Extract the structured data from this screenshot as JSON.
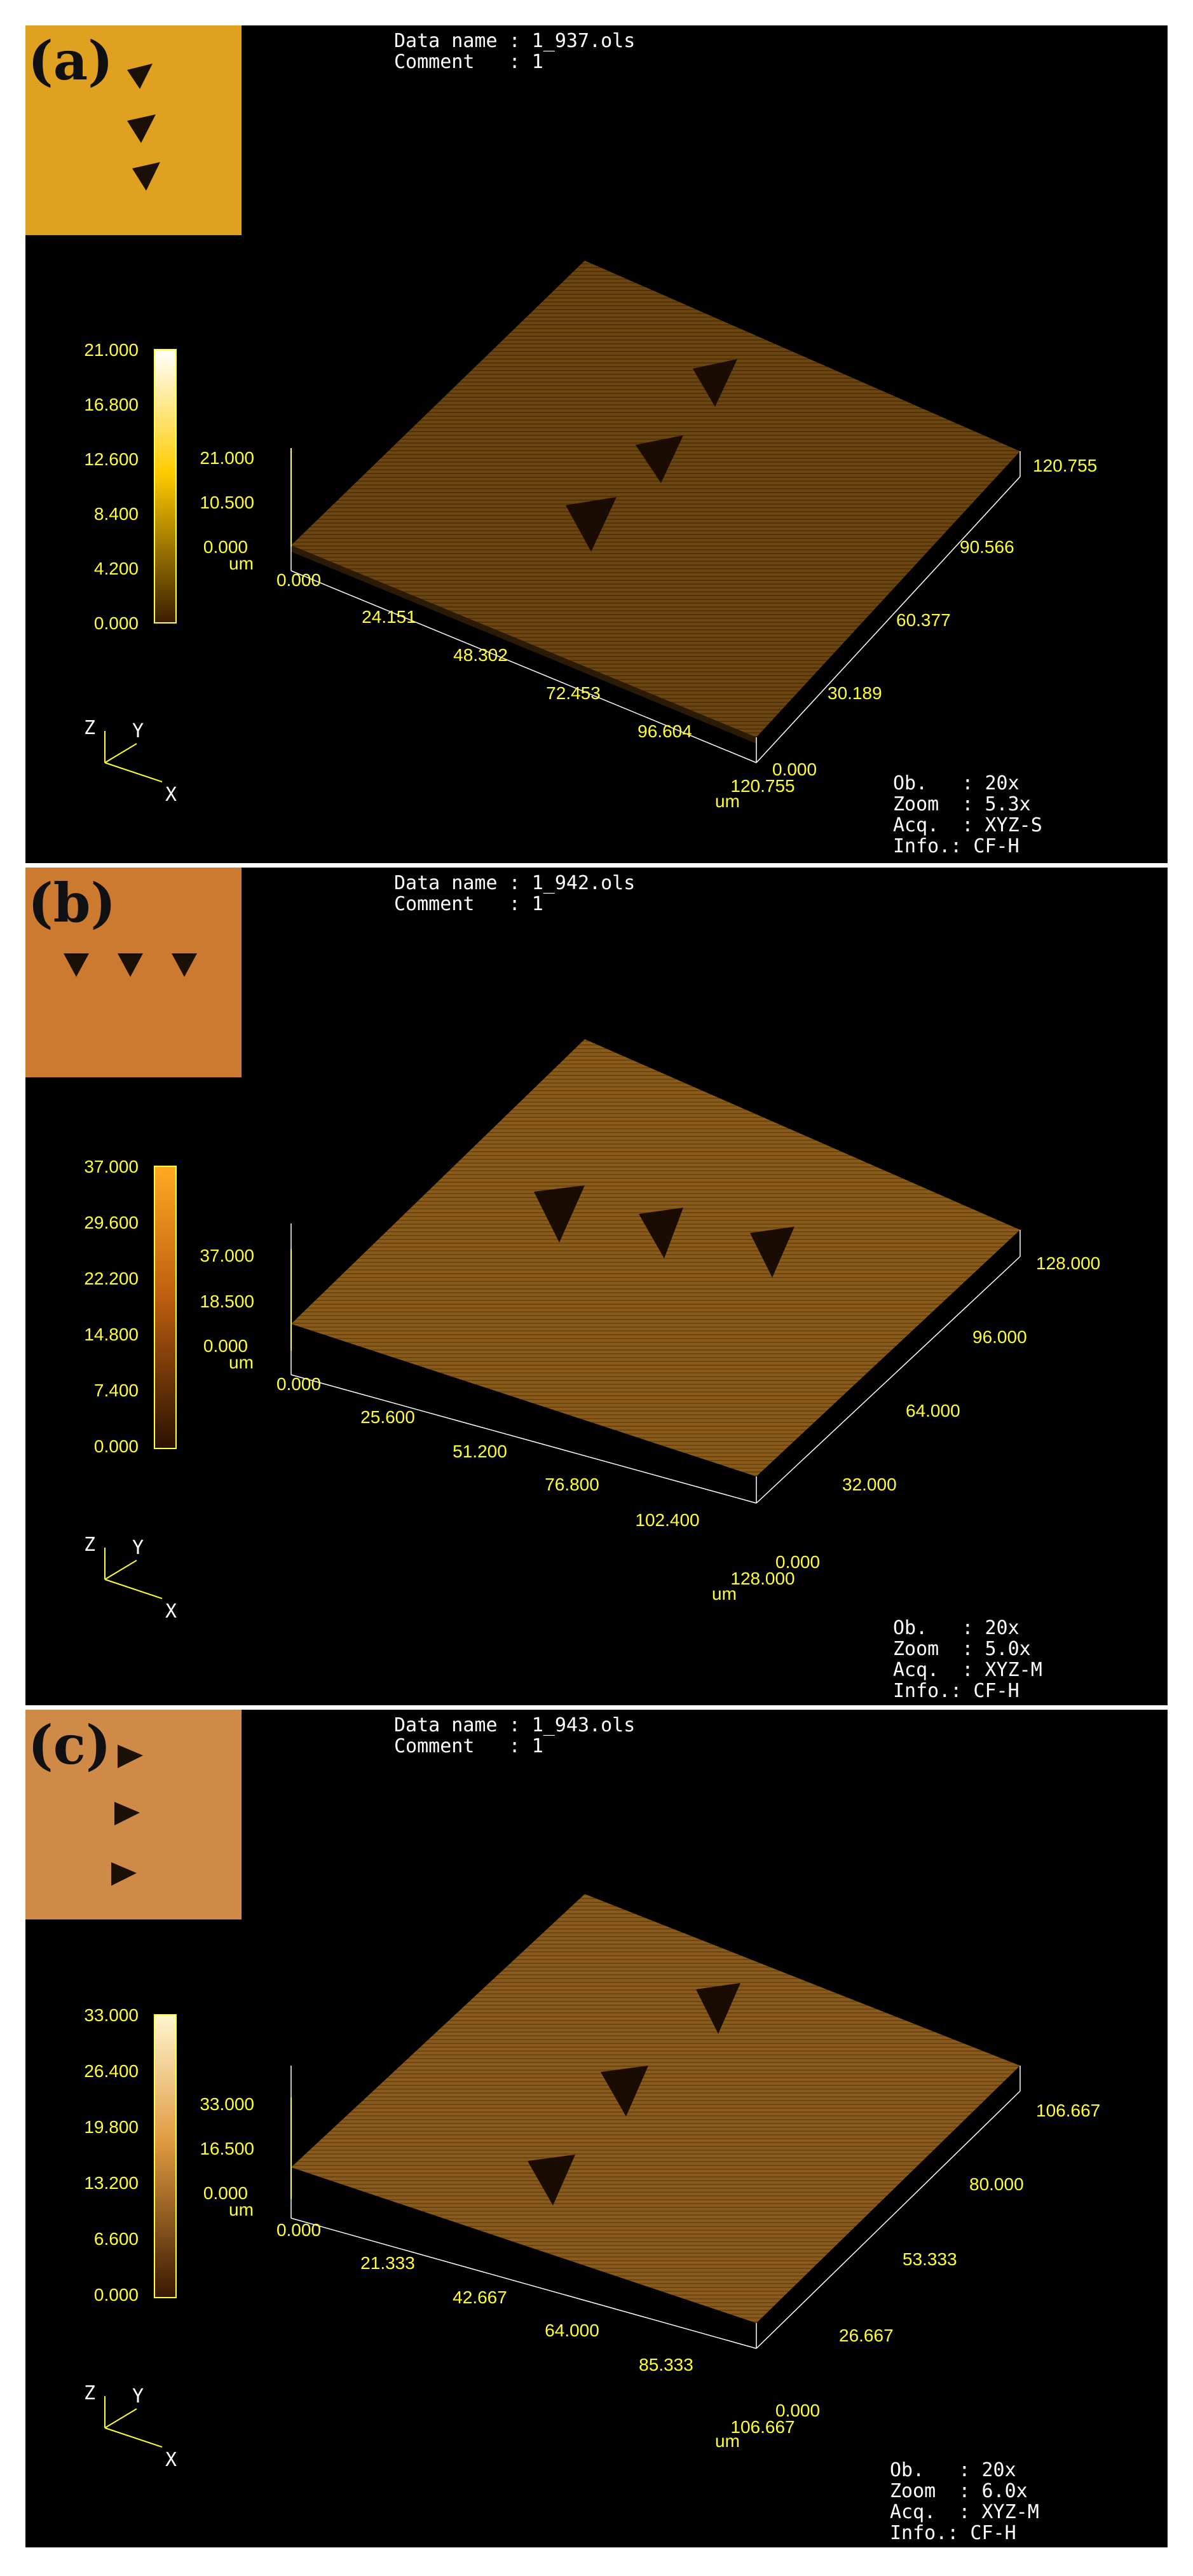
{
  "panels": [
    {
      "label": "(a)",
      "data_name_label": "Data name : 1_937.ols",
      "comment_label": "Comment   : 1",
      "colorbar": {
        "ticks": [
          "21.000",
          "16.800",
          "12.600",
          "8.400",
          "4.200",
          "0.000"
        ],
        "top_color": "#ffffff",
        "mid_color": "#ffcc00",
        "bottom_color": "#3a1e00"
      },
      "z_axis": {
        "ticks": [
          "21.000",
          "10.500",
          "0.000"
        ],
        "unit": "um"
      },
      "x_axis": {
        "ticks": [
          "0.000",
          "24.151",
          "48.302",
          "72.453",
          "96.604",
          "120.755"
        ],
        "unit": "um"
      },
      "y_axis": {
        "ticks": [
          "0.000",
          "30.189",
          "60.377",
          "90.566",
          "120.755"
        ]
      },
      "triad": {
        "z": "Z",
        "y": "Y",
        "x": "X"
      },
      "ob": "Ob.   : 20x",
      "zoom": "Zoom  : 5.3x",
      "acq": "Acq.  : XYZ-S",
      "info": "Info.: CF-H",
      "surface_color": "#6b4410",
      "thumb_color": "#e0a020"
    },
    {
      "label": "(b)",
      "data_name_label": "Data name : 1_942.ols",
      "comment_label": "Comment   : 1",
      "colorbar": {
        "ticks": [
          "37.000",
          "29.600",
          "22.200",
          "14.800",
          "7.400",
          "0.000"
        ],
        "top_color": "#ffaa22",
        "mid_color": "#c06010",
        "bottom_color": "#2a1200"
      },
      "z_axis": {
        "ticks": [
          "37.000",
          "18.500",
          "0.000"
        ],
        "unit": "um"
      },
      "x_axis": {
        "ticks": [
          "0.000",
          "25.600",
          "51.200",
          "76.800",
          "102.400",
          "128.000"
        ],
        "unit": "um"
      },
      "y_axis": {
        "ticks": [
          "0.000",
          "32.000",
          "64.000",
          "96.000",
          "128.000"
        ]
      },
      "triad": {
        "z": "Z",
        "y": "Y",
        "x": "X"
      },
      "ob": "Ob.   : 20x",
      "zoom": "Zoom  : 5.0x",
      "acq": "Acq.  : XYZ-M",
      "info": "Info.: CF-H",
      "surface_color": "#8a5a18",
      "thumb_color": "#cc7a30"
    },
    {
      "label": "(c)",
      "data_name_label": "Data name : 1_943.ols",
      "comment_label": "Comment   : 1",
      "colorbar": {
        "ticks": [
          "33.000",
          "26.400",
          "19.800",
          "13.200",
          "6.600",
          "0.000"
        ],
        "top_color": "#fff6d0",
        "mid_color": "#e09a40",
        "bottom_color": "#3a1800"
      },
      "z_axis": {
        "ticks": [
          "33.000",
          "16.500",
          "0.000"
        ],
        "unit": "um"
      },
      "x_axis": {
        "ticks": [
          "0.000",
          "21.333",
          "42.667",
          "64.000",
          "85.333",
          "106.667"
        ],
        "unit": "um"
      },
      "y_axis": {
        "ticks": [
          "0.000",
          "26.667",
          "53.333",
          "80.000",
          "106.667"
        ]
      },
      "triad": {
        "z": "Z",
        "y": "Y",
        "x": "X"
      },
      "ob": "Ob.   : 20x",
      "zoom": "Zoom  : 6.0x",
      "acq": "Acq.  : XYZ-M",
      "info": "Info.: CF-H",
      "surface_color": "#8a5a1c",
      "thumb_color": "#d08a48"
    }
  ]
}
